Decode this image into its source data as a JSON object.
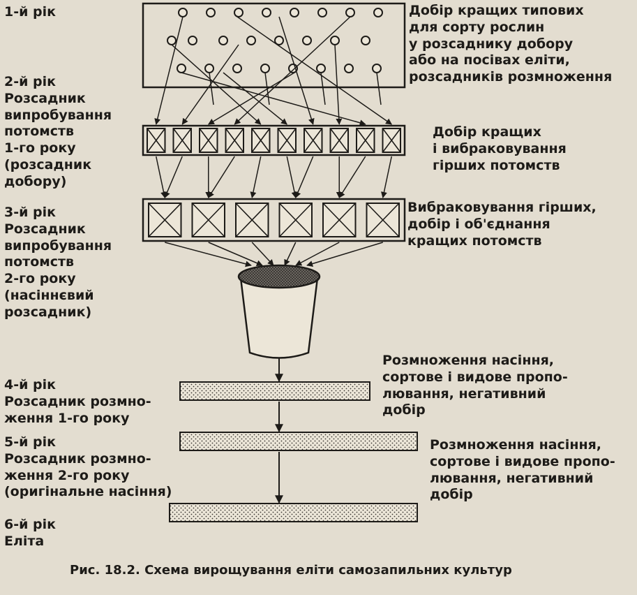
{
  "left_labels": {
    "year1": "1-й рік",
    "year2": "2-й рік\nРозсадник\nвипробування\nпотомств\n1-го року\n(розсадник\nдобору)",
    "year3": "3-й рік\nРозсадник\nвипробування\nпотомств\n2-го року\n(насіннєвий\nрозсадник)",
    "year4": "4-й рік\nРозсадник розмно-\nження 1-го року",
    "year5": "5-й рік\nРозсадник розмно-\nження 2-го року\n(оригінальне насіння)",
    "year6": "6-й рік\nЕліта"
  },
  "right_labels": {
    "step1": "Добір кращих типових\nдля сорту рослин\nу розсаднику добору\nабо на посівах еліти,\nрозсадників розмноження",
    "step2": "Добір кращих\nі вибраковування\nгірших потомств",
    "step3": "Вибраковування гірших,\nдобір і об'єднання\nкращих потомств",
    "step4": "Розмноження насіння,\nсортове і видове пропо-\nлювання, негативний\nдобір",
    "step5": "Розмноження насіння,\nсортове і видове пропо-\nлювання, негативний\nдобір"
  },
  "caption": "Рис. 18.2. Схема вирощування еліти самозапильних культур"
}
